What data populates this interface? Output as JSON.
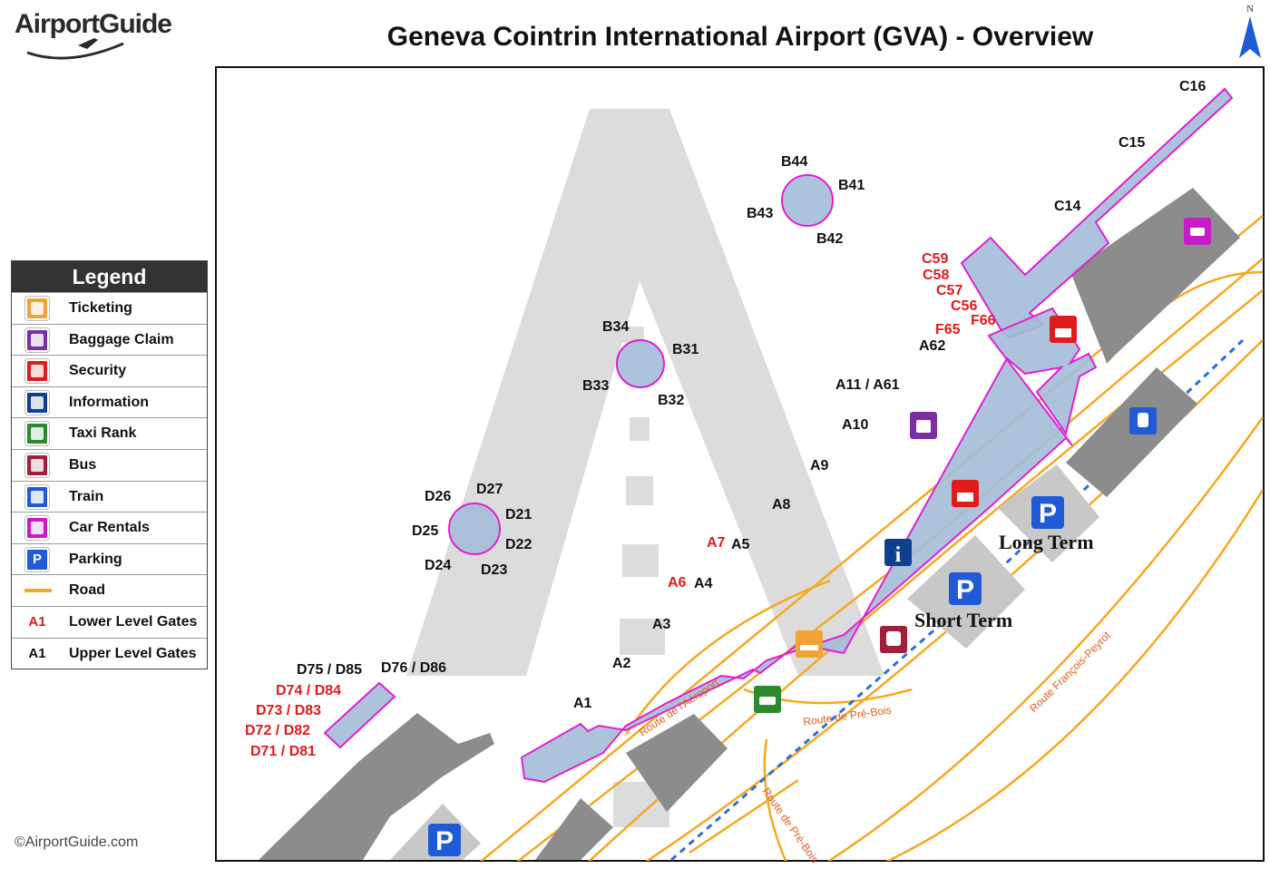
{
  "header": {
    "brand": "AirportGuide",
    "title": "Geneva Cointrin International Airport (GVA) - Overview",
    "north_label": "N"
  },
  "footer": {
    "copyright": "©AirportGuide.com"
  },
  "colors": {
    "terminal": "#a3bcd7",
    "terminal_outline": "#e01fd3",
    "runway": "#dcdcdc",
    "building": "#8c8c8c",
    "parking_area": "#c8c8c8",
    "road": "#f6a821",
    "rail": "#2f6fd1",
    "lower_gate": "#e11b1b",
    "upper_gate": "#111111",
    "road_label": "#e0601e"
  },
  "legend": {
    "title": "Legend",
    "items": [
      {
        "label": "Ticketing",
        "icon": "ticketing-icon",
        "color": "#f0a336"
      },
      {
        "label": "Baggage Claim",
        "icon": "baggage-claim-icon",
        "color": "#7b2fa3"
      },
      {
        "label": "Security",
        "icon": "security-icon",
        "color": "#e11b1b"
      },
      {
        "label": "Information",
        "icon": "information-icon",
        "color": "#0f3f8f"
      },
      {
        "label": "Taxi Rank",
        "icon": "taxi-icon",
        "color": "#2b8a2e"
      },
      {
        "label": "Bus",
        "icon": "bus-icon",
        "color": "#a01f3a"
      },
      {
        "label": "Train",
        "icon": "train-icon",
        "color": "#1f5bd6"
      },
      {
        "label": "Car Rentals",
        "icon": "car-rental-icon",
        "color": "#c61cc7"
      },
      {
        "label": "Parking",
        "icon": "parking-icon",
        "color": "#1f5bd6",
        "glyph": "P"
      },
      {
        "label": "Road",
        "icon": "road-line",
        "color": "#f6a821"
      },
      {
        "label": "Lower Level Gates",
        "icon": "lower-gate-sample",
        "sample": "A1",
        "color": "#e11b1b"
      },
      {
        "label": "Upper Level Gates",
        "icon": "upper-gate-sample",
        "sample": "A1",
        "color": "#111111"
      }
    ]
  },
  "gates": {
    "upper": [
      "C16",
      "C15",
      "C14",
      "B44",
      "B41",
      "B43",
      "B42",
      "B34",
      "B31",
      "B33",
      "B32",
      "A62",
      "A11 / A61",
      "A10",
      "A9",
      "A8",
      "A5",
      "A4",
      "A3",
      "A2",
      "A1",
      "D27",
      "D26",
      "D21",
      "D25",
      "D22",
      "D24",
      "D23",
      "D75 / D85",
      "D76 / D86"
    ],
    "lower": [
      "C59",
      "C58",
      "C57",
      "C56",
      "F65",
      "F66",
      "A7",
      "A6",
      "D74 / D84",
      "D73 / D83",
      "D72 / D82",
      "D71 / D81"
    ]
  },
  "parking_labels": {
    "long_term": "Long Term",
    "short_term": "Short Term"
  },
  "roads": {
    "route_aeroport": "Route de l'Aéroport",
    "route_pre_bois_1": "Route de Pré-Bois",
    "route_pre_bois_2": "Route de Pré-Bois",
    "route_francois_peyrot": "Route François-Peyrot"
  }
}
